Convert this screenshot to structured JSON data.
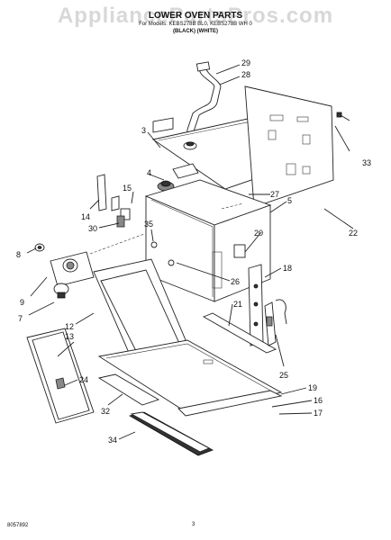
{
  "header": {
    "watermark": "AppliancePartsPros.com",
    "title": "LOWER OVEN PARTS",
    "subtitle": "For Models: KEBS278B BL0, KEBS278B WH 0",
    "variant": "(BLACK)          (WHITE)"
  },
  "footer": {
    "part_code": "8057892",
    "page_number": "3"
  },
  "callouts": [
    "29",
    "28",
    "3",
    "33",
    "4",
    "15",
    "27",
    "5",
    "14",
    "35",
    "30",
    "20",
    "22",
    "8",
    "26",
    "18",
    "9",
    "21",
    "7",
    "12",
    "13",
    "25",
    "24",
    "19",
    "16",
    "17",
    "32",
    "34"
  ]
}
